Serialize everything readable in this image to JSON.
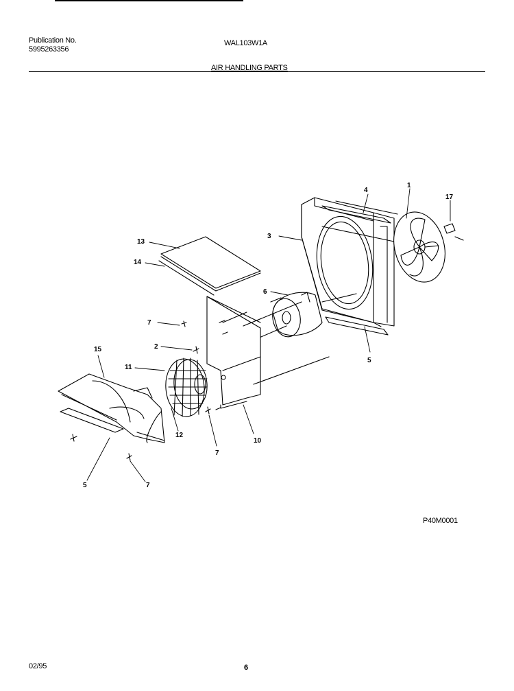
{
  "header": {
    "publication_label": "Publication No.",
    "publication_number": "5995263356",
    "model": "WAL103W1A",
    "section_title": "AIR HANDLING PARTS"
  },
  "callouts": {
    "c1": "1",
    "c2": "2",
    "c3": "3",
    "c4": "4",
    "c5a": "5",
    "c5b": "5",
    "c6": "6",
    "c7a": "7",
    "c7b": "7",
    "c7c": "7",
    "c10": "10",
    "c11": "11",
    "c12": "12",
    "c13": "13",
    "c14": "14",
    "c15": "15",
    "c17": "17"
  },
  "figure_id": "P40M0001",
  "footer": {
    "date": "02/95",
    "page": "6"
  }
}
